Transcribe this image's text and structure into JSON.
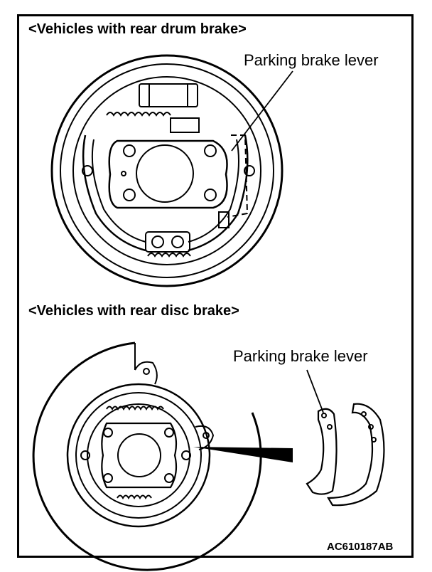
{
  "sections": {
    "drum": {
      "title": "<Vehicles with rear drum brake>",
      "callout": "Parking brake lever"
    },
    "disc": {
      "title": "<Vehicles with rear disc brake>",
      "callout": "Parking brake lever"
    }
  },
  "figure_code": "AC610187AB"
}
